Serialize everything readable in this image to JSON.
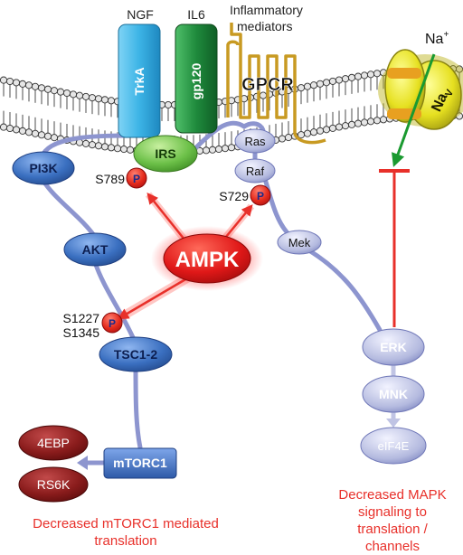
{
  "ligands": {
    "ngf": "NGF",
    "il6": "IL6",
    "inflammatory": [
      "Inflammatory",
      "mediators"
    ]
  },
  "receptors": {
    "trka": "TrkA",
    "gp120": "gp120",
    "gpcr": "GPCR",
    "nav": "Na",
    "nav_sub": "V"
  },
  "ion": {
    "na": "Na",
    "na_sup": "+"
  },
  "nodes": {
    "irs": "IRS",
    "pi3k": "PI3K",
    "akt": "AKT",
    "tsc": "TSC1-2",
    "mtorc1": "mTORC1",
    "ebp": "4EBP",
    "rs6k": "RS6K",
    "ampk": "AMPK",
    "ras": "Ras",
    "raf": "Raf",
    "mek": "Mek",
    "erk": "ERK",
    "mnk": "MNK",
    "eif4e": "eIF4E"
  },
  "phospho": {
    "p_label": "P",
    "s789": "S789",
    "s729": "S729",
    "s1227": "S1227",
    "s1345": "S1345"
  },
  "captions": {
    "left": [
      "Decreased mTORC1 mediated",
      "translation"
    ],
    "right": [
      "Decreased MAPK",
      "signaling to",
      "translation /",
      "channels"
    ]
  },
  "colors": {
    "trka": "#3cb4e6",
    "gp120": "#1f8a3c",
    "gpcr_line": "#c89a22",
    "nav": "#e6e020",
    "blue_node": "#3a6fc0",
    "lavender_node": "#9ea6dc",
    "dark_red": "#8a1c1c",
    "ampk": "#e01818",
    "arrow_red": "#e8302a",
    "caption_red": "#e8302a",
    "green_arrow": "#1a9a30"
  }
}
